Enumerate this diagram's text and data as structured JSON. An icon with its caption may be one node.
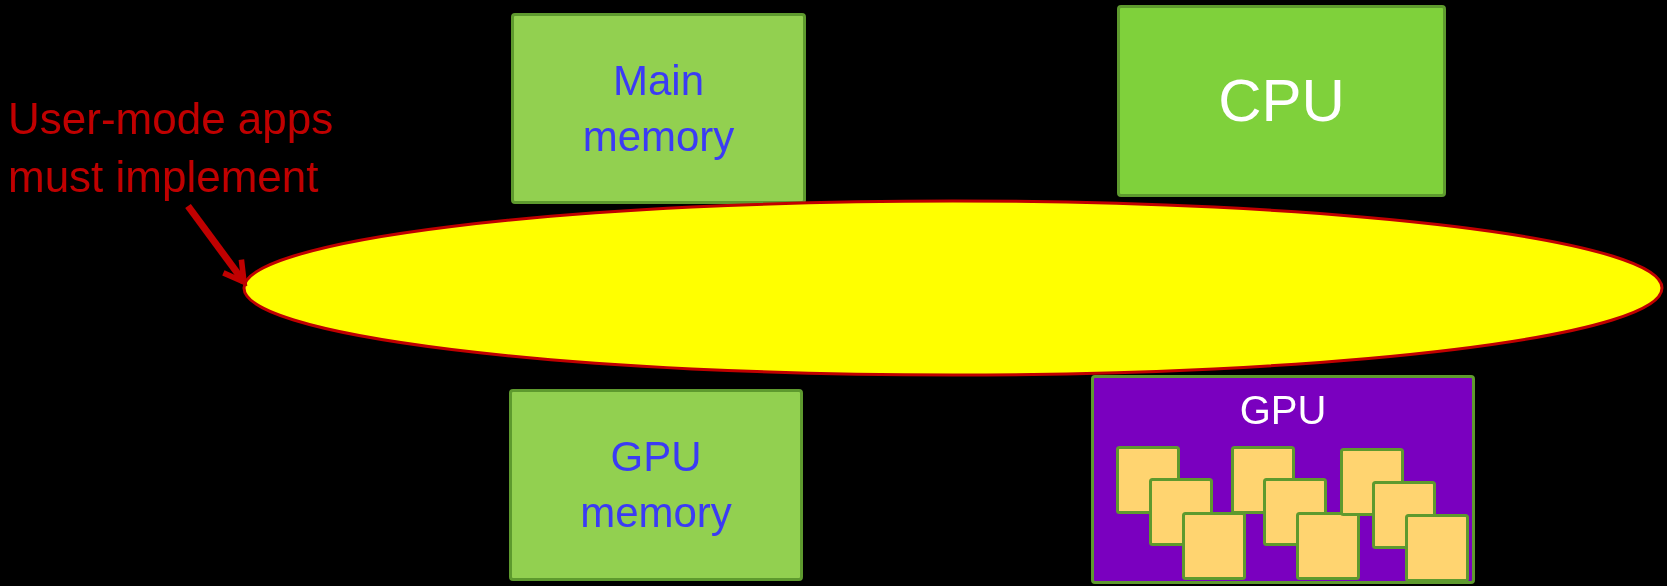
{
  "diagram": {
    "nodes": [
      {
        "text": [
          "User-mode apps must implement"
        ]
      },
      {
        "text": [
          "Main memory"
        ]
      },
      {
        "text": [
          "CPU"
        ]
      },
      {
        "text": [],
        "shape": "ellipse"
      },
      {
        "text": [
          "GPU memory"
        ]
      },
      {
        "text": [
          "GPU"
        ]
      }
    ],
    "edges": [
      {
        "from": 0,
        "to": 3,
        "arrow": "to"
      }
    ]
  }
}
